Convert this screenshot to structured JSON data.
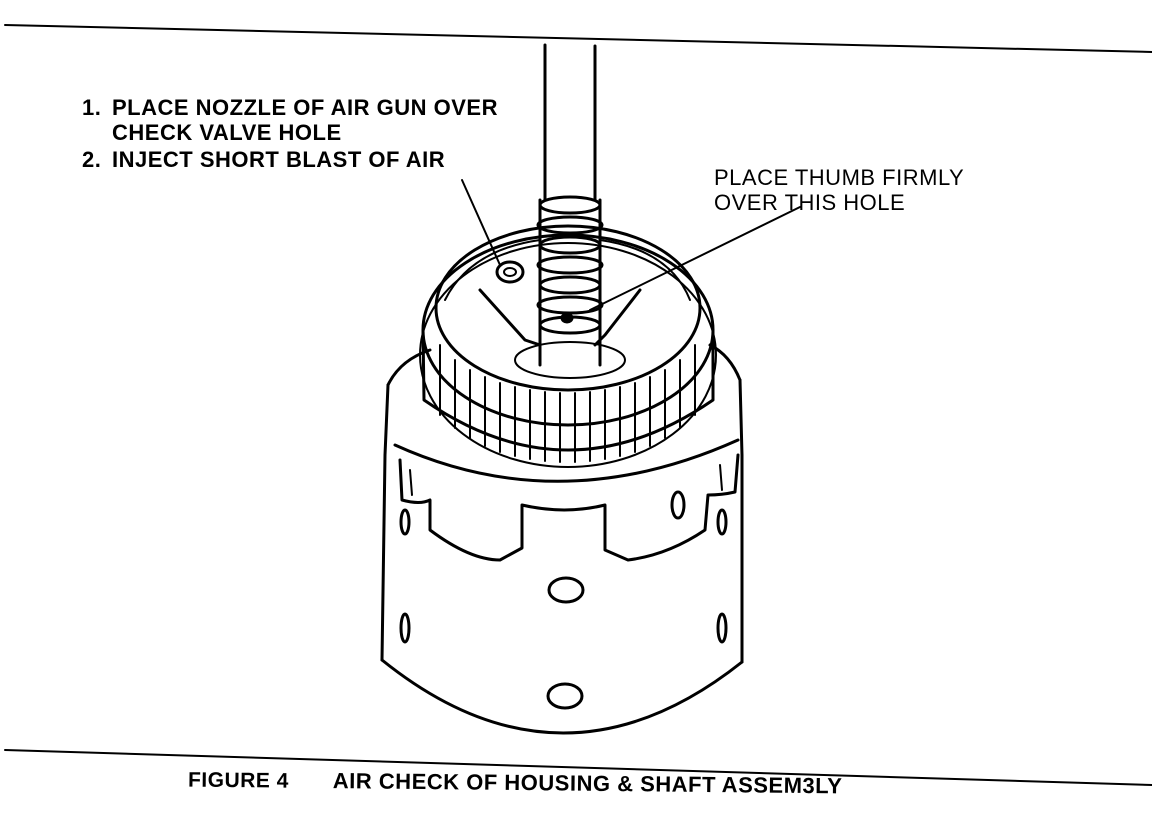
{
  "instructions": [
    {
      "num": "1.",
      "line1": "PLACE NOZZLE OF AIR GUN OVER",
      "line2": "CHECK VALVE HOLE"
    },
    {
      "num": "2.",
      "line1": "INJECT SHORT BLAST OF AIR"
    }
  ],
  "thumb_note": {
    "line1": "PLACE THUMB FIRMLY",
    "line2": "OVER THIS HOLE"
  },
  "caption": {
    "figure": "FIGURE 4",
    "title": "AIR CHECK OF HOUSING & SHAFT ASSEM3LY"
  },
  "colors": {
    "ink": "#000000",
    "paper": "#ffffff"
  }
}
